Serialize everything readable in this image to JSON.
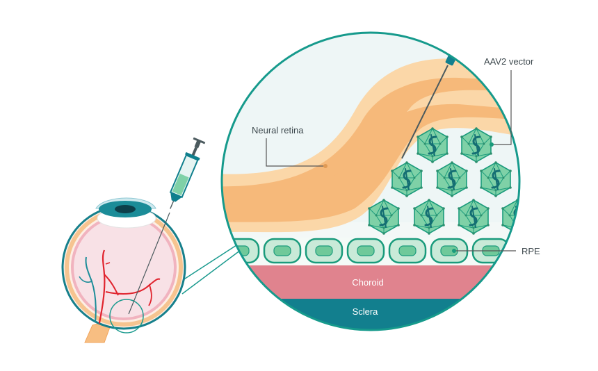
{
  "labels": {
    "neural_retina": "Neural retina",
    "aav2_vector": "AAV2 vector",
    "rpe": "RPE",
    "choroid": "Choroid",
    "sclera": "Sclera"
  },
  "colors": {
    "outline": "#169a8c",
    "retina_light": "#fbd7a8",
    "retina_dark": "#f6b97a",
    "vector_fill": "#7fd1a7",
    "vector_stroke": "#1a9b7c",
    "rpe_fill": "#c9ead8",
    "rpe_nucleus": "#6fc99a",
    "choroid": "#e0838e",
    "sclera": "#127f8e",
    "blood_vessel": "#e0232d",
    "eye_interior": "#f8e1e6",
    "leader_line": "#555555"
  }
}
